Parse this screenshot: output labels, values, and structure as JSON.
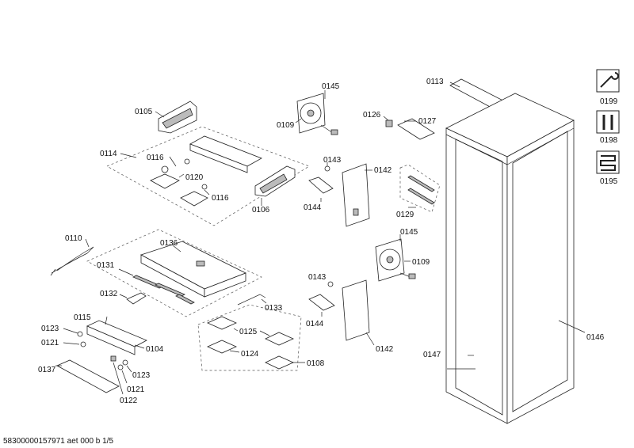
{
  "footer": "58300000157971 aet 000 b 1/5",
  "labels": {
    "l0105": "0105",
    "l0114": "0114",
    "l0116a": "0116",
    "l0120": "0120",
    "l0116b": "0116",
    "l0106": "0106",
    "l0109a": "0109",
    "l0145a": "0145",
    "l0126": "0126",
    "l0127": "0127",
    "l0143a": "0143",
    "l0142a": "0142",
    "l0144a": "0144",
    "l0129": "0129",
    "l0113": "0113",
    "l0199": "0199",
    "l0198": "0198",
    "l0195": "0195",
    "l0110": "0110",
    "l0136": "0136",
    "l0131": "0131",
    "l0132": "0132",
    "l0133": "0133",
    "l0145b": "0145",
    "l0109b": "0109",
    "l0143b": "0143",
    "l0144b": "0144",
    "l0142b": "0142",
    "l0115": "0115",
    "l0123a": "0123",
    "l0121a": "0121",
    "l0104": "0104",
    "l0137": "0137",
    "l0123b": "0123",
    "l0121b": "0121",
    "l0122": "0122",
    "l0125": "0125",
    "l0124": "0124",
    "l0108": "0108",
    "l0147": "0147",
    "l0146": "0146"
  },
  "icons": [
    "wrench-icon",
    "screws-icon",
    "heating-coil-icon"
  ]
}
